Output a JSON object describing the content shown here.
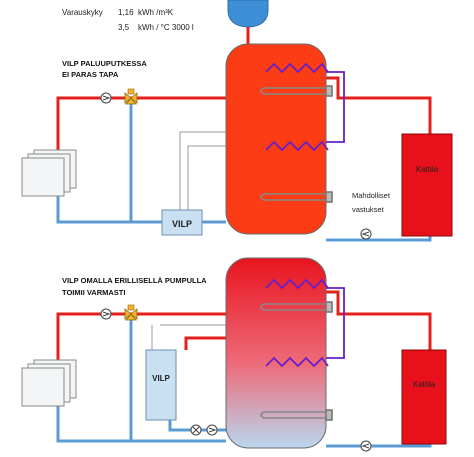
{
  "specs": {
    "label": "Varauskyky",
    "line1_value": "1,16",
    "line1_unit": "kWh /m³K",
    "line2_value": "3,5",
    "line2_unit": "kWh / °C 3000 l"
  },
  "diagram_top": {
    "title_line1": "VILP PALUUPUTKESSA",
    "title_line2": "EI PARAS TAPA",
    "heat_pump_label": "VILP",
    "boiler_label": "Kattila",
    "note_line1": "Mahdolliset",
    "note_line2": "vastukset"
  },
  "diagram_bottom": {
    "title_line1": "VILP OMALLA ERILLISELLÄ PUMPULLA",
    "title_line2": "TOIMII VARMASTI",
    "heat_pump_label": "VILP",
    "boiler_label": "Kattila"
  },
  "colors": {
    "hot": "#e3201b",
    "cold": "#5b9bd5",
    "tank_hot": "#fb3c14",
    "boiler": "#e8101a",
    "coil": "#6a1fc8",
    "heat_pump_fill": "#c9dff2",
    "expansion_vessel": "#3f8fd6"
  }
}
